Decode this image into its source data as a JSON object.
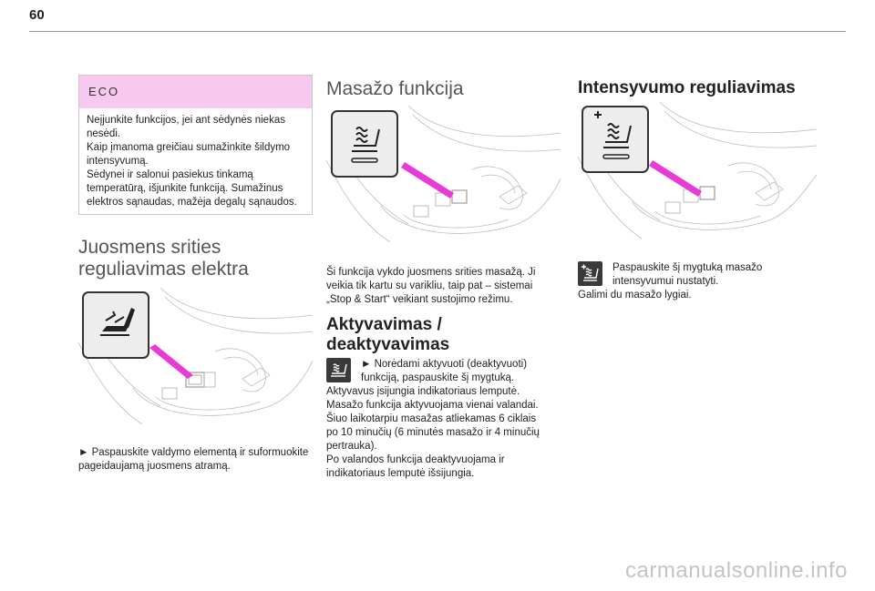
{
  "page": {
    "number": "60"
  },
  "eco": {
    "heading": "ECO",
    "lines": [
      "Neįjunkite funkcijos, jei ant sėdynės niekas nesėdi.",
      "Kaip įmanoma greičiau sumažinkite šildymo intensyvumą.",
      "Sėdynei ir salonui pasiekus tinkamą temperatūrą, išjunkite funkciją. Sumažinus elektros sąnaudas, mažėja degalų sąnaudos."
    ]
  },
  "lumbar": {
    "title": "Juosmens srities reguliavimas elektra",
    "instruction": "► Paspauskite valdymo elementą ir suformuokite pageidaujamą juosmens atramą."
  },
  "massage": {
    "title": "Masažo funkcija",
    "intro": "Ši funkcija vykdo juosmens srities masažą. Ji veikia tik kartu su varikliu, taip pat – sistemai „Stop & Start“ veikiant sustojimo režimu.",
    "activation_title": "Aktyvavimas / deaktyvavimas",
    "activation_lines": [
      "► Norėdami aktyvuoti (deaktyvuoti) funkciją, paspauskite šį mygtuką.",
      "Aktyvavus įsijungia indikatoriaus lemputė.",
      "Masažo funkcija aktyvuojama vienai valandai.",
      "Šiuo laikotarpiu masažas atliekamas 6 ciklais po 10 minučių (6 minutės masažo ir 4 minučių pertrauka).",
      "Po valandos funkcija deaktyvuojama ir indikatoriaus lemputė išsijungia."
    ]
  },
  "intensity": {
    "title": "Intensyvumo reguliavimas",
    "lines": [
      "Paspauskite šį mygtuką masažo intensyvumui nustatyti.",
      "Galimi du masažo lygiai."
    ]
  },
  "watermark": "carmanualsonline.info",
  "colors": {
    "eco_header": "#f7c9f0",
    "pointer": "#e83ad6",
    "icon_dark": "#3a3a3a"
  }
}
